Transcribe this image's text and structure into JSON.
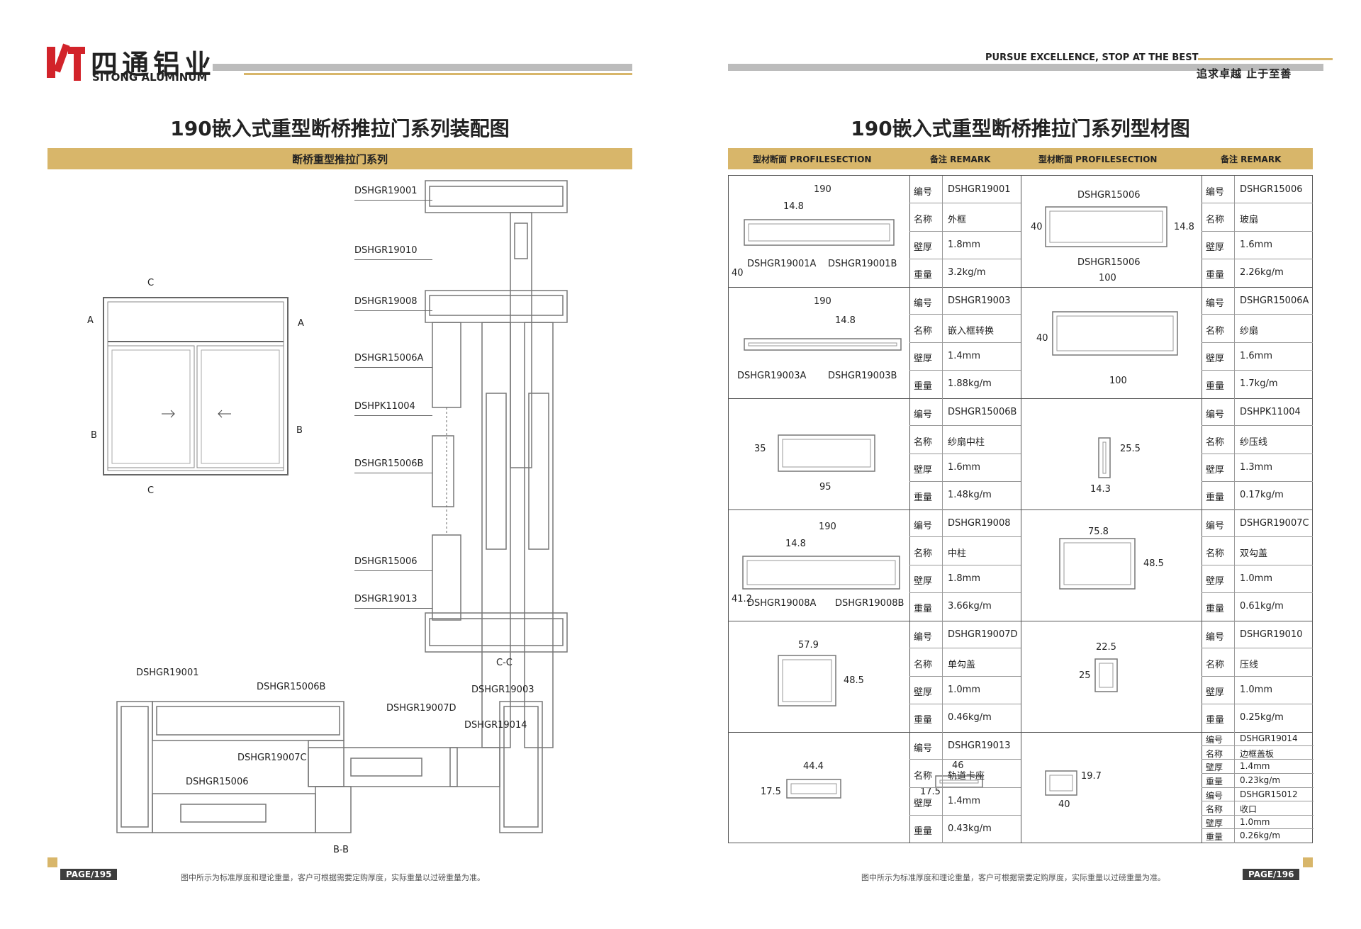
{
  "brand": {
    "cn": "四通铝业",
    "en": "SITONG ALUMINUM"
  },
  "slogan": {
    "en": "PURSUE EXCELLENCE, STOP AT THE BEST",
    "cn": "追求卓越  止于至善"
  },
  "left": {
    "title": "190嵌入式重型断桥推拉门系列装配图",
    "band": "断桥重型推拉门系列",
    "elevation_marks": {
      "a": "A",
      "b": "B",
      "c": "C"
    },
    "callouts": {
      "cc": [
        "DSHGR19001",
        "DSHGR19010",
        "DSHGR19008",
        "DSHGR15006A",
        "DSHPK11004",
        "DSHGR15006B",
        "DSHGR15006",
        "DSHGR19013"
      ],
      "bb": [
        "DSHGR19001",
        "DSHGR15006B",
        "DSHGR19003",
        "DSHGR19007D",
        "DSHGR19014",
        "DSHGR19007C",
        "DSHGR15006"
      ]
    },
    "section_cc": "C-C",
    "section_bb": "B-B",
    "page": "PAGE/195",
    "footnote": "图中所示为标准厚度和理论重量，客户可根据需要定购厚度，实际重量以过磅重量为准。"
  },
  "right": {
    "title": "190嵌入式重型断桥推拉门系列型材图",
    "headers": [
      "型材断面 PROFILESECTION",
      "备注 REMARK",
      "型材断面 PROFILESECTION",
      "备注 REMARK"
    ],
    "keys": [
      "编号",
      "名称",
      "壁厚",
      "重量"
    ],
    "rows": [
      {
        "left": {
          "code": "DSHGR19001",
          "name": "外框",
          "thick": "1.8mm",
          "weight": "3.2kg/m",
          "dims": [
            "190",
            "14.8",
            "40"
          ],
          "subs": [
            "DSHGR19001A",
            "DSHGR19001B"
          ]
        },
        "right": {
          "code": "DSHGR15006",
          "name": "玻扇",
          "thick": "1.6mm",
          "weight": "2.26kg/m",
          "dims": [
            "40",
            "14.8",
            "100"
          ],
          "subs": [
            "DSHGR15006",
            "DSHGR15006"
          ]
        }
      },
      {
        "left": {
          "code": "DSHGR19003",
          "name": "嵌入框转换",
          "thick": "1.4mm",
          "weight": "1.88kg/m",
          "dims": [
            "190",
            "14.8"
          ],
          "subs": [
            "DSHGR19003A",
            "DSHGR19003B"
          ]
        },
        "right": {
          "code": "DSHGR15006A",
          "name": "纱扇",
          "thick": "1.6mm",
          "weight": "1.7kg/m",
          "dims": [
            "40",
            "100"
          ],
          "subs": []
        }
      },
      {
        "left": {
          "code": "DSHGR15006B",
          "name": "纱扇中柱",
          "thick": "1.6mm",
          "weight": "1.48kg/m",
          "dims": [
            "35",
            "95"
          ],
          "subs": []
        },
        "right": {
          "code": "DSHPK11004",
          "name": "纱压线",
          "thick": "1.3mm",
          "weight": "0.17kg/m",
          "dims": [
            "25.5",
            "14.3"
          ],
          "subs": []
        }
      },
      {
        "left": {
          "code": "DSHGR19008",
          "name": "中柱",
          "thick": "1.8mm",
          "weight": "3.66kg/m",
          "dims": [
            "190",
            "14.8",
            "41.2"
          ],
          "subs": [
            "DSHGR19008A",
            "DSHGR19008B"
          ]
        },
        "right": {
          "code": "DSHGR19007C",
          "name": "双勾盖",
          "thick": "1.0mm",
          "weight": "0.61kg/m",
          "dims": [
            "75.8",
            "48.5"
          ],
          "subs": []
        }
      },
      {
        "left": {
          "code": "DSHGR19007D",
          "name": "单勾盖",
          "thick": "1.0mm",
          "weight": "0.46kg/m",
          "dims": [
            "57.9",
            "48.5"
          ],
          "subs": []
        },
        "right": {
          "code": "DSHGR19010",
          "name": "压线",
          "thick": "1.0mm",
          "weight": "0.25kg/m",
          "dims": [
            "22.5",
            "25"
          ],
          "subs": []
        }
      },
      {
        "left": {
          "code": "DSHGR19013",
          "name": "轨道卡座",
          "thick": "1.4mm",
          "weight": "0.43kg/m",
          "dims": [
            "44.4",
            "17.5"
          ],
          "subs": []
        },
        "right_a": {
          "dims": [
            "46",
            "17.5"
          ]
        },
        "right_b": {
          "dims": [
            "19.7",
            "40"
          ]
        },
        "stack": [
          {
            "code": "DSHGR19014",
            "name": "边框盖板",
            "thick": "1.4mm",
            "weight": "0.23kg/m"
          },
          {
            "code": "DSHGR15012",
            "name": "收口",
            "thick": "1.0mm",
            "weight": "0.26kg/m"
          }
        ]
      }
    ],
    "page": "PAGE/196",
    "footnote": "图中所示为标准厚度和理论重量，客户可根据需要定购厚度，实际重量以过磅重量为准。"
  },
  "colors": {
    "gold": "#d8b66a",
    "grey": "#bcbcbc",
    "dark": "#3d3d3d",
    "brand_red": "#d2232a"
  }
}
